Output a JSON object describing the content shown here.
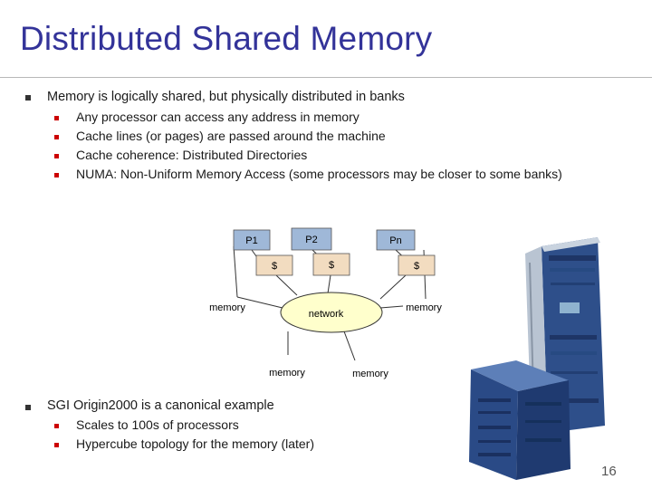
{
  "slide": {
    "title": "Distributed Shared Memory",
    "page_number": "16"
  },
  "bullets_top": {
    "main": "Memory is logically shared, but physically distributed in banks",
    "subs": [
      "Any processor can access any address in memory",
      "Cache lines (or pages) are passed around the machine",
      "Cache coherence: Distributed Directories",
      "NUMA: Non-Uniform Memory Access (some processors may be closer to some banks)"
    ]
  },
  "diagram": {
    "processors": [
      "P1",
      "P2",
      "Pn"
    ],
    "cache_label": "$",
    "network_label": "network",
    "memory_label": "memory",
    "colors": {
      "processor_fill": "#9fb8d8",
      "cache_fill": "#f2dcc0",
      "network_fill": "#ffffcc",
      "line": "#333333"
    }
  },
  "bullets_bottom": {
    "main": "SGI Origin2000 is a canonical example",
    "subs": [
      "Scales to 100s of processors",
      "Hypercube topology for the memory (later)"
    ]
  },
  "image": {
    "subject": "sgi-origin2000-servers-photo"
  }
}
